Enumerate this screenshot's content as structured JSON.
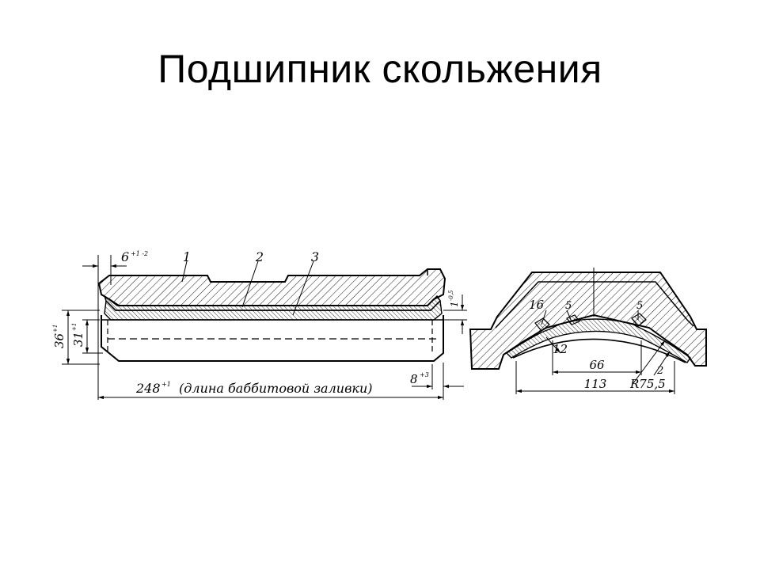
{
  "title": "Подшипник скольжения",
  "left_view": {
    "parts": [
      "1",
      "2",
      "3"
    ],
    "dim_top": {
      "value": "6",
      "tol": "+1 -2"
    },
    "dim_side_small": {
      "value": "1",
      "tol": "-0,5"
    },
    "dim_36": {
      "value": "36",
      "tol": "+1"
    },
    "dim_31": {
      "value": "31",
      "tol": "+1"
    },
    "dim_8": {
      "value": "8",
      "tol": "+3"
    },
    "dim_length": {
      "value": "248",
      "tol": "+1",
      "note": "(длина баббитовой заливки)"
    }
  },
  "right_view": {
    "dim_16": "16",
    "dim_5a": "5",
    "dim_5b": "5",
    "dim_12": "12",
    "dim_66": "66",
    "dim_113": "113",
    "dim_radius": "R75,5",
    "dim_2": "2"
  },
  "colors": {
    "ink": "#000000",
    "paper": "#ffffff"
  }
}
